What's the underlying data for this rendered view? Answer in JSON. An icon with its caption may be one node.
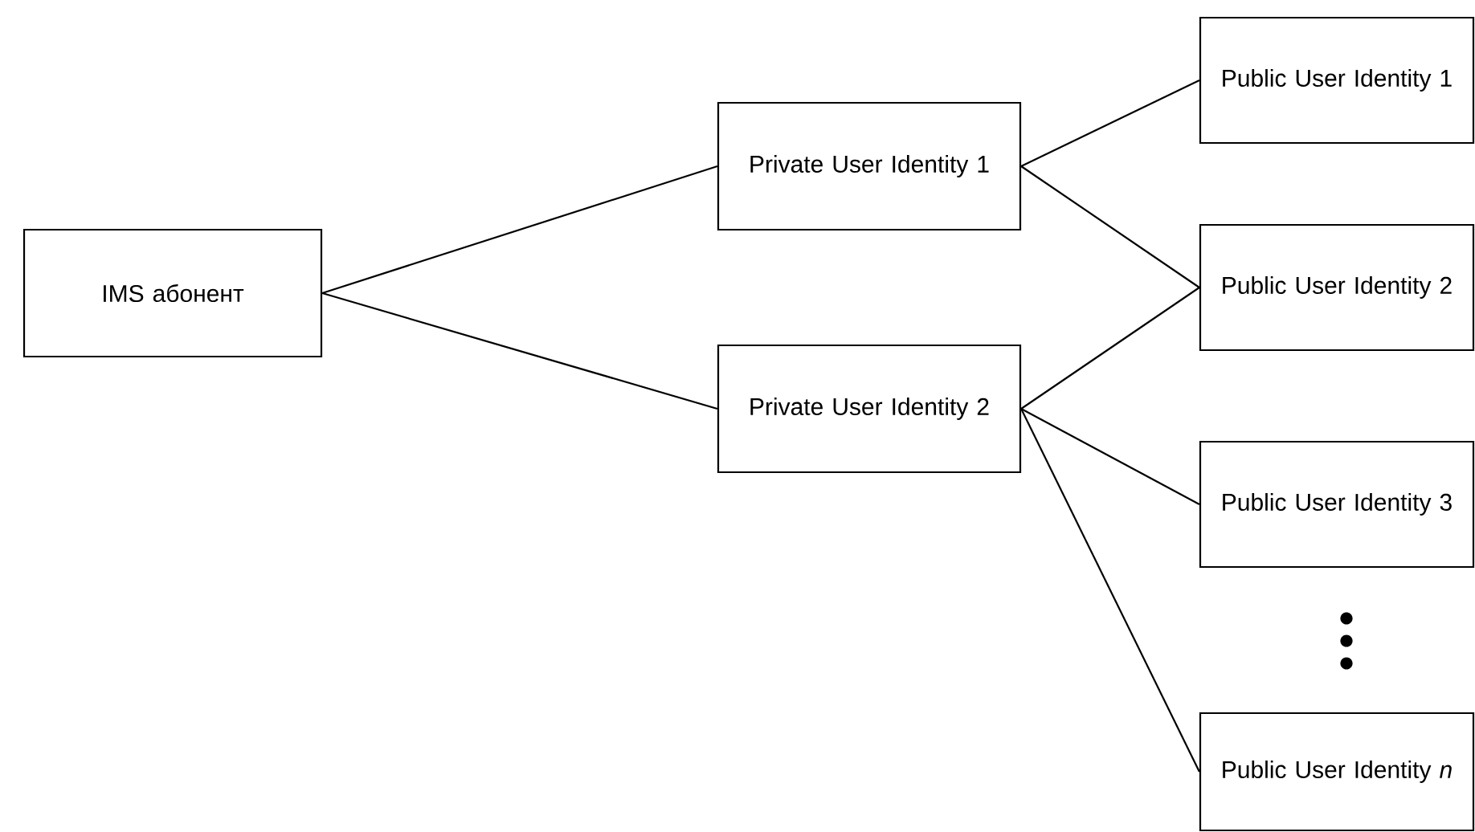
{
  "diagram": {
    "nodes": [
      {
        "text": [
          "IMS абонент"
        ]
      },
      {
        "text": [
          "Private User Identity 1"
        ]
      },
      {
        "text": [
          "Private User Identity 2"
        ]
      },
      {
        "text": [
          "Public User Identity 1"
        ]
      },
      {
        "text": [
          "Public User Identity 2"
        ]
      },
      {
        "text": [
          "Public User Identity 3"
        ]
      },
      {
        "text": [
          "Public User Identity *n*"
        ]
      }
    ],
    "edges": [
      {
        "from": 0,
        "to": 1,
        "arrow": "none"
      },
      {
        "from": 0,
        "to": 2,
        "arrow": "none"
      },
      {
        "from": 1,
        "to": 3,
        "arrow": "none"
      },
      {
        "from": 1,
        "to": 4,
        "arrow": "none"
      },
      {
        "from": 2,
        "to": 4,
        "arrow": "none"
      },
      {
        "from": 2,
        "to": 5,
        "arrow": "none"
      },
      {
        "from": 2,
        "to": 6,
        "arrow": "none"
      }
    ]
  }
}
